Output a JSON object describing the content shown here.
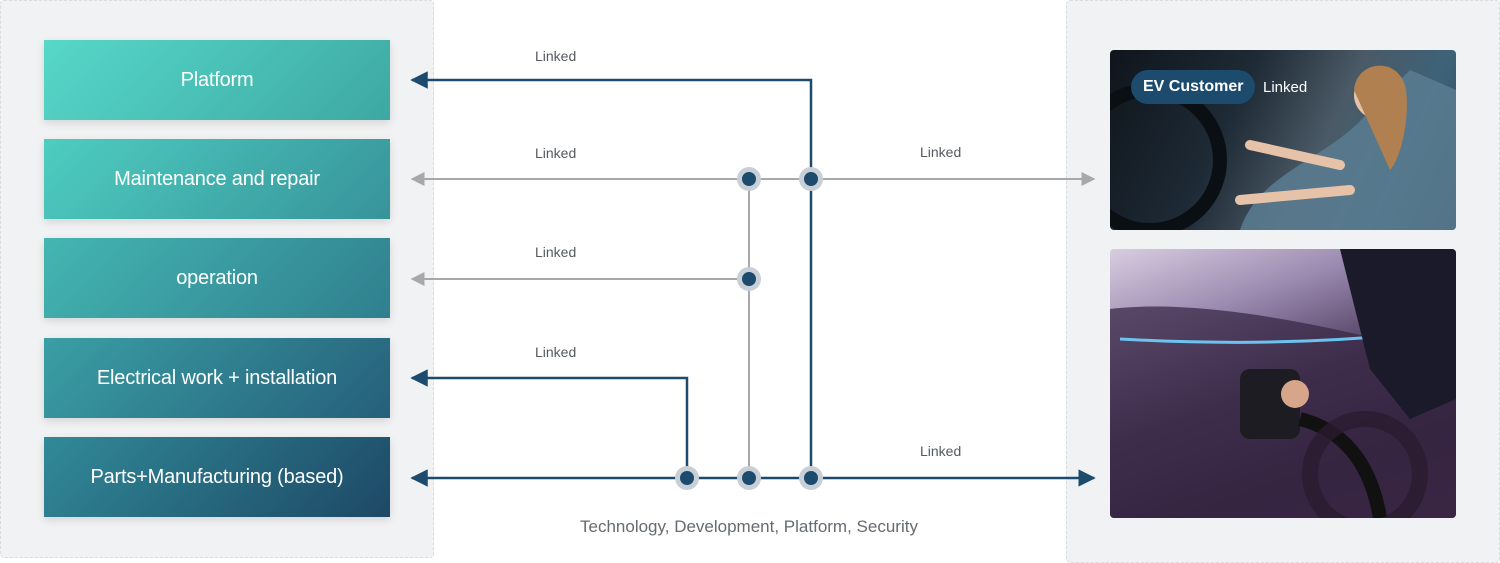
{
  "boxes": {
    "platform": "Platform",
    "maintenance": "Maintenance and repair",
    "operation": "operation",
    "electrical": "Electrical work + installation",
    "parts": "Parts+Manufacturing (based)"
  },
  "connectors": {
    "platform": "Linked",
    "maintenance": "Linked",
    "operation": "Linked",
    "electrical": "Linked",
    "customer_right": "Linked",
    "charging_right": "Linked"
  },
  "footer": "Technology, Development, Platform, Security",
  "customer": {
    "badge": "EV Customer",
    "linked": "Linked"
  },
  "colors": {
    "dark_line": "#1c4b6e",
    "gray_line": "#a8a8a8",
    "node_halo": "#c8cfd6"
  }
}
